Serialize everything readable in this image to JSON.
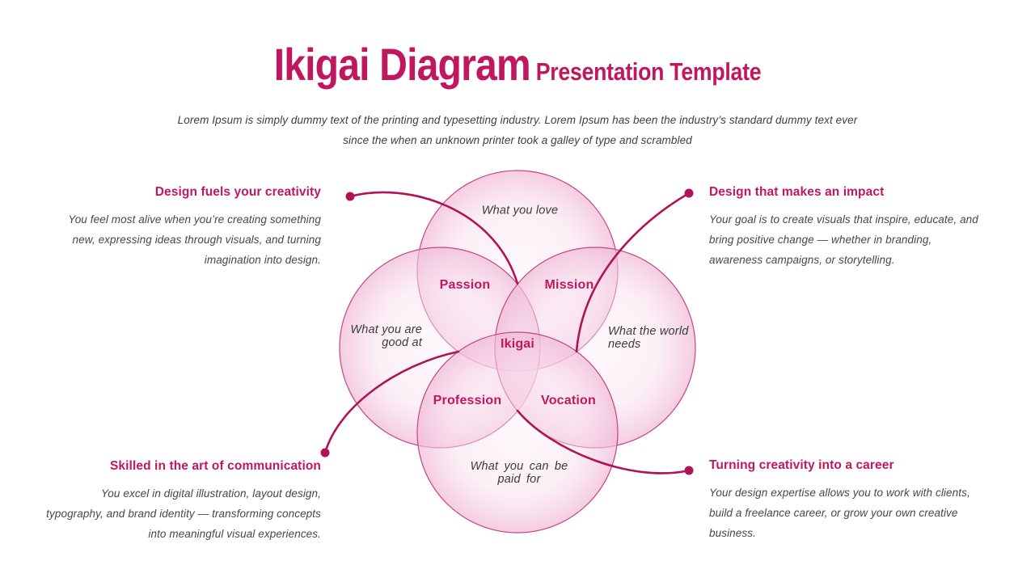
{
  "colors": {
    "accent": "#C0175F",
    "line": "#B01356",
    "circle_stroke": "#C6477E",
    "body_text": "#474747",
    "label_text": "#3C3C3C"
  },
  "header": {
    "title": "Ikigai Diagram",
    "title_suffix": "Presentation Template",
    "subtitle": "Lorem Ipsum is simply dummy text of the printing and typesetting industry. Lorem Ipsum has been the industry’s standard dummy text ever\nsince the when an unknown printer took a galley of type and scrambled"
  },
  "diagram": {
    "outer_labels": {
      "top": "What you love",
      "left": "What you are\ngood at",
      "right": "What the world\nneeds",
      "bottom": "What you can be\npaid for"
    },
    "overlap_labels": {
      "top_left": "Passion",
      "top_right": "Mission",
      "center": "Ikigai",
      "bottom_left": "Profession",
      "bottom_right": "Vocation"
    }
  },
  "callouts": {
    "top_left": {
      "heading": "Design fuels your creativity",
      "body": "You feel most alive when you’re creating something new, expressing ideas through visuals, and turning imagination into design."
    },
    "top_right": {
      "heading": "Design that makes an impact",
      "body": "Your goal is to create visuals that inspire, educate, and bring positive change — whether in branding, awareness campaigns, or storytelling."
    },
    "bottom_left": {
      "heading": "Skilled in the art of communication",
      "body": "You excel in digital illustration, layout design, typography, and brand identity — transforming concepts into meaningful visual experiences."
    },
    "bottom_right": {
      "heading": "Turning creativity into a career",
      "body": "Your design expertise allows you to work with clients, build a freelance career, or grow your own creative business."
    }
  }
}
